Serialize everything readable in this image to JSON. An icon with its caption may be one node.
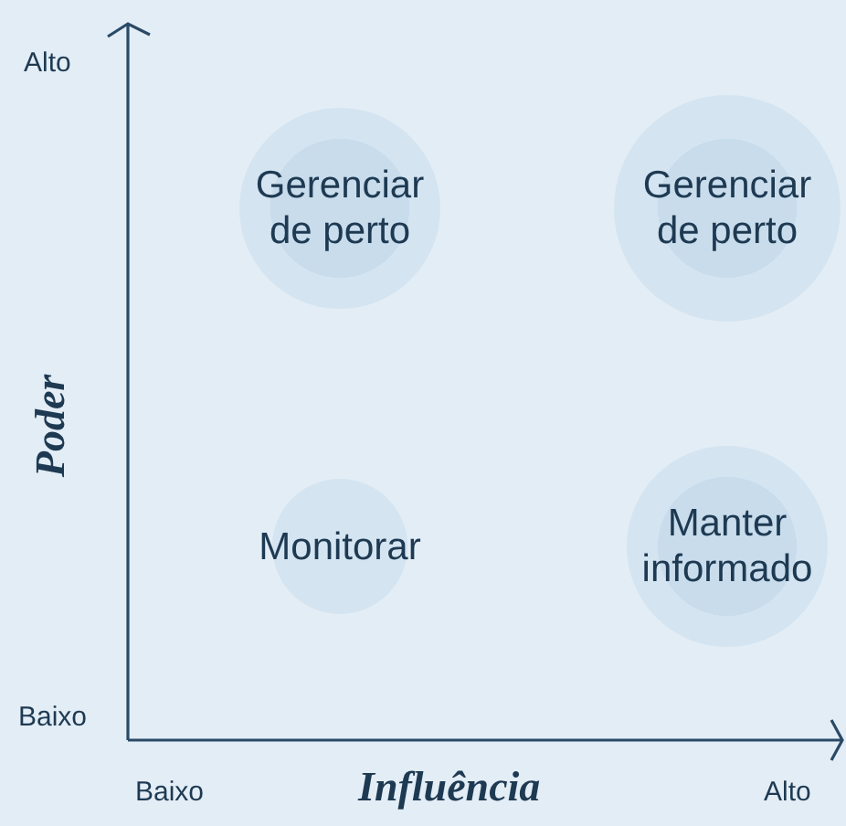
{
  "diagram": {
    "nodes": [
      {
        "text": [
          "Gerenciar de perto"
        ]
      },
      {
        "text": [
          "Gerenciar de perto"
        ]
      },
      {
        "text": [
          "Monitorar"
        ]
      },
      {
        "text": [
          "Manter informado"
        ]
      }
    ],
    "labels": [
      "Alto",
      "Poder",
      "Baixo",
      "Baixo",
      "Influência",
      "Alto"
    ]
  }
}
